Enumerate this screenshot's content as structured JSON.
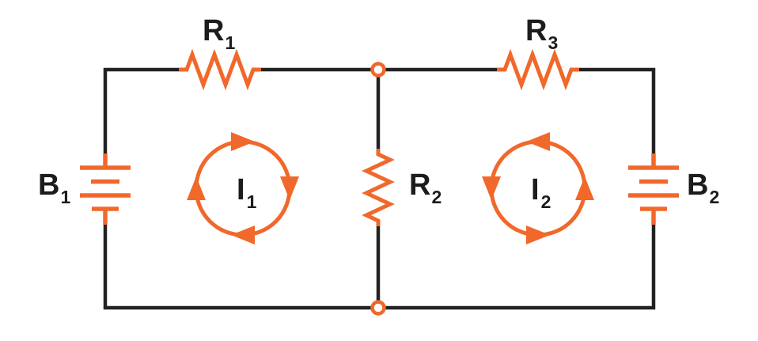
{
  "colors": {
    "accent": "#f1682b",
    "wire": "#222222",
    "label": "#1c1c1c",
    "background": "#ffffff"
  },
  "diagram": {
    "type": "two-loop-dc-circuit",
    "labels": {
      "r1": {
        "base": "R",
        "sub": "1"
      },
      "r2": {
        "base": "R",
        "sub": "2"
      },
      "r3": {
        "base": "R",
        "sub": "3"
      },
      "b1": {
        "base": "B",
        "sub": "1"
      },
      "b2": {
        "base": "B",
        "sub": "2"
      },
      "i1": {
        "base": "I",
        "sub": "1"
      },
      "i2": {
        "base": "I",
        "sub": "2"
      }
    },
    "loop_currents": {
      "i1_direction": "clockwise",
      "i2_direction": "counterclockwise"
    }
  }
}
